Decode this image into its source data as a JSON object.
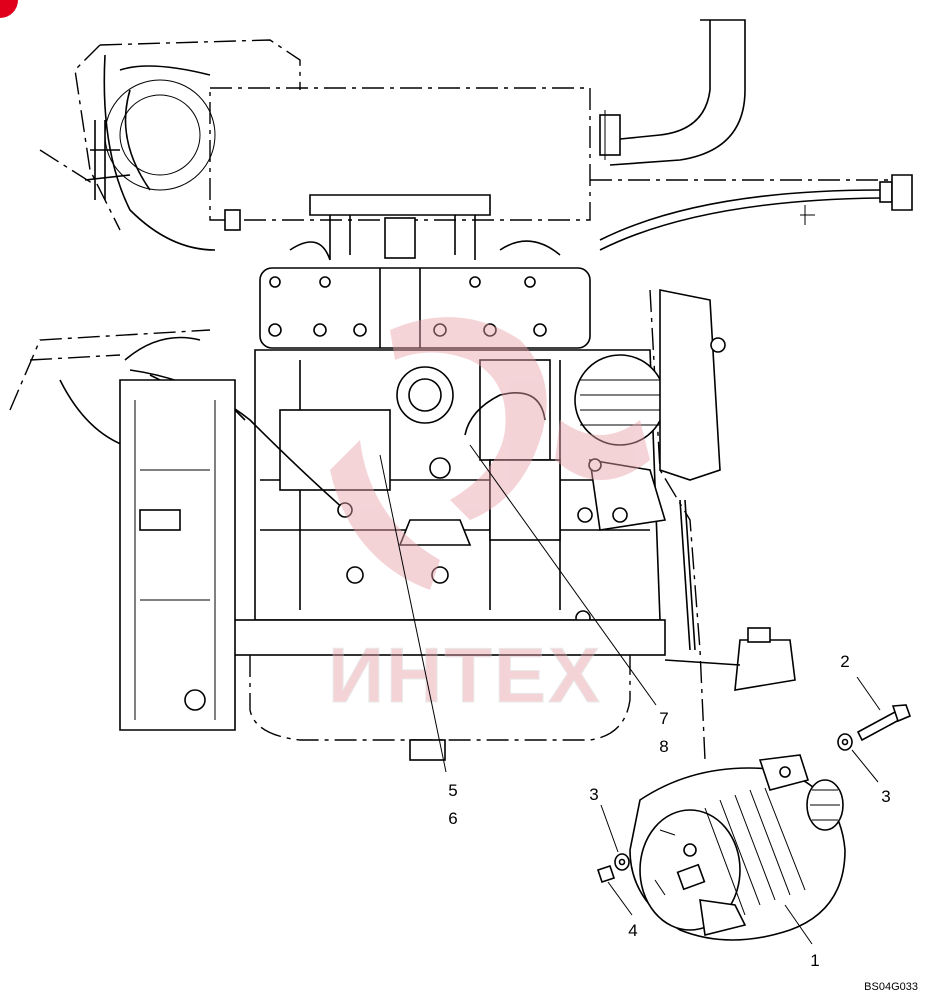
{
  "figure_code": "BS04G033",
  "watermark": {
    "text": "ИНТЕХ",
    "color": "#e8a0a8"
  },
  "corner_badge_color": "#e0001b",
  "callouts": [
    "1",
    "2",
    "3",
    "3",
    "4",
    "5",
    "6",
    "7",
    "8"
  ]
}
